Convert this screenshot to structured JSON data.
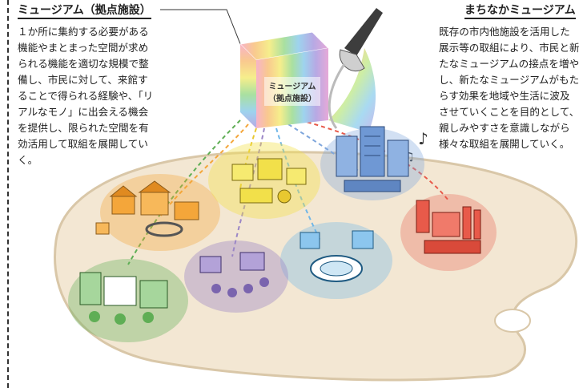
{
  "left": {
    "heading": "ミュージアム（拠点施設）",
    "body": "１か所に集約する必要がある機能やまとまった空間が求められる機能を適切な規模で整備し、市民に対して、来館することで得られる経験や、「リアルなモノ」に出会える機会を提供し、限られた空間を有効活用して取組を展開していく。"
  },
  "right": {
    "heading": "まちなかミュージアム",
    "body": "既存の市内他施設を活用した展示等の取組により、市民と新たなミュージアムの接点を増やし、新たなミュージアムがもたらす効果を地域や生活に波及させていくことを目的として、親しみやすさを意識しながら様々な取組を展開していく。"
  },
  "cube": {
    "line1": "ミュージアム",
    "line2": "（拠点施設）"
  },
  "colors": {
    "palette": "#f3e7d3",
    "palette_edge": "#d9c7a8",
    "orange": "#f4a63a",
    "yellow": "#f2e04a",
    "blue": "#7fa6dc",
    "red": "#e85a4a",
    "green": "#5fae55",
    "purple": "#9b86c6",
    "cyan": "#6fb6e8"
  }
}
